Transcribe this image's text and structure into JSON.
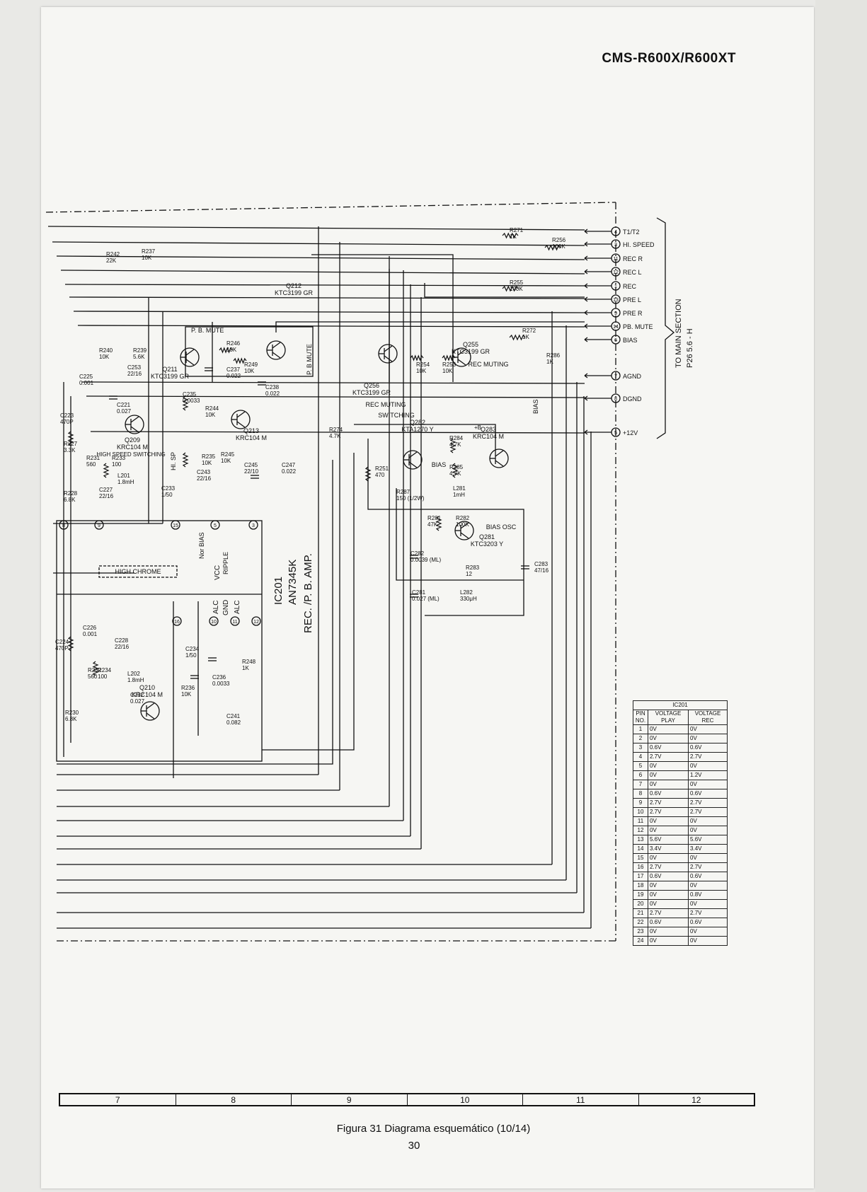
{
  "header": {
    "model": "CMS-R600X/R600XT"
  },
  "connector": {
    "pins": [
      {
        "num": "4",
        "label": "T1/T2"
      },
      {
        "num": "3",
        "label": "HI. SPEED"
      },
      {
        "num": "11",
        "label": "REC R"
      },
      {
        "num": "12",
        "label": "REC L"
      },
      {
        "num": "1",
        "label": "REC"
      },
      {
        "num": "13",
        "label": "PRE L"
      },
      {
        "num": "9",
        "label": "PRE R"
      },
      {
        "num": "14",
        "label": "PB. MUTE"
      },
      {
        "num": "6",
        "label": "BIAS"
      },
      {
        "num": "7",
        "label": "AGND"
      },
      {
        "num": "8",
        "label": "DGND"
      },
      {
        "num": "5",
        "label": "+12V"
      }
    ],
    "destination": "TO MAIN SECTION",
    "destination_ref": "P26 5.6 - H"
  },
  "labels": {
    "ic_name": "IC201",
    "ic_part": "AN7345K",
    "ic_function": "REC. /P. B. AMP.",
    "pb_mute": "P. B. MUTE",
    "pb_mute_v": "P. B MUTE",
    "high_chrome": "HIGH CHROME",
    "hi_speed_switching": "HIGH SPEED SWITCHING",
    "switching": "SWITCHING",
    "rec_muting": "REC MUTING",
    "bias": "BIAS",
    "bias_osc": "BIAS OSC",
    "nor_bias": "Nor BIAS",
    "ripple": "RIPPLE",
    "hi_sp": "HI. SP",
    "vcc": "VCC",
    "alc": "ALC",
    "gnd": "GND",
    "plus_b": "+B"
  },
  "transistors": [
    {
      "ref": "Q212",
      "type": "KTC3199 GR"
    },
    {
      "ref": "Q211",
      "type": "KTC3199 GR"
    },
    {
      "ref": "Q213",
      "type": "KRC104 M"
    },
    {
      "ref": "Q209",
      "type": "KRC104 M"
    },
    {
      "ref": "Q210",
      "type": "KRC104 M"
    },
    {
      "ref": "Q256",
      "type": "KTC3199 GR"
    },
    {
      "ref": "Q255",
      "type": "KTC3199 GR"
    },
    {
      "ref": "Q282",
      "type": "KTA1270 Y"
    },
    {
      "ref": "Q283",
      "type": "KRC104 M"
    },
    {
      "ref": "Q281",
      "type": "KTC3203 Y"
    }
  ],
  "components": [
    {
      "ref": "R271",
      "value": "1K"
    },
    {
      "ref": "R256",
      "value": "100K"
    },
    {
      "ref": "R255",
      "value": "100K"
    },
    {
      "ref": "R272",
      "value": "1K"
    },
    {
      "ref": "R286",
      "value": "1K"
    },
    {
      "ref": "R254",
      "value": "10K"
    },
    {
      "ref": "R253",
      "value": "10K"
    },
    {
      "ref": "R237",
      "value": "10K"
    },
    {
      "ref": "R242",
      "value": "22K"
    },
    {
      "ref": "R240",
      "value": "10K"
    },
    {
      "ref": "R239",
      "value": "5.6K"
    },
    {
      "ref": "C253",
      "value": "22/16"
    },
    {
      "ref": "R246",
      "value": "10K"
    },
    {
      "ref": "R249",
      "value": "10K"
    },
    {
      "ref": "C237",
      "value": "0.022"
    },
    {
      "ref": "C238",
      "value": "0.022"
    },
    {
      "ref": "C235",
      "value": "0.0033"
    },
    {
      "ref": "R244",
      "value": "10K"
    },
    {
      "ref": "R245",
      "value": "10K"
    },
    {
      "ref": "R235",
      "value": "10K"
    },
    {
      "ref": "C243",
      "value": "22/16"
    },
    {
      "ref": "C245",
      "value": "22/10"
    },
    {
      "ref": "C247",
      "value": "0.022"
    },
    {
      "ref": "R274",
      "value": "4.7K"
    },
    {
      "ref": "R251",
      "value": "470"
    },
    {
      "ref": "R284",
      "value": "4.7K"
    },
    {
      "ref": "R285",
      "value": "4.7K"
    },
    {
      "ref": "L281",
      "value": "1mH"
    },
    {
      "ref": "R287",
      "value": "150 (1/2W)"
    },
    {
      "ref": "R281",
      "value": "47K"
    },
    {
      "ref": "R282",
      "value": "100K"
    },
    {
      "ref": "C282",
      "value": "0.0039 (ML)"
    },
    {
      "ref": "R283",
      "value": "12"
    },
    {
      "ref": "C283",
      "value": "47/16"
    },
    {
      "ref": "C281",
      "value": "0.027 (ML)"
    },
    {
      "ref": "L282",
      "value": "330μH"
    },
    {
      "ref": "L201",
      "value": "1.8mH"
    },
    {
      "ref": "C227",
      "value": "22/16"
    },
    {
      "ref": "C233",
      "value": "1/50"
    },
    {
      "ref": "R233",
      "value": "100"
    },
    {
      "ref": "R231",
      "value": "560"
    },
    {
      "ref": "R227",
      "value": "3.3K"
    },
    {
      "ref": "R228",
      "value": "6.8K"
    },
    {
      "ref": "C225",
      "value": "0.001"
    },
    {
      "ref": "C221",
      "value": "0.027"
    },
    {
      "ref": "C223",
      "value": "470P"
    },
    {
      "ref": "C226",
      "value": "0.001"
    },
    {
      "ref": "C228",
      "value": "22/16"
    },
    {
      "ref": "L202",
      "value": "1.8mH"
    },
    {
      "ref": "C232",
      "value": "0.027"
    },
    {
      "ref": "C234",
      "value": "1/50"
    },
    {
      "ref": "R232",
      "value": "560"
    },
    {
      "ref": "R234",
      "value": "100"
    },
    {
      "ref": "R236",
      "value": "10K"
    },
    {
      "ref": "C236",
      "value": "0.0033"
    },
    {
      "ref": "C224",
      "value": "470P"
    },
    {
      "ref": "R230",
      "value": "6.8K"
    },
    {
      "ref": "C241",
      "value": "0.082"
    },
    {
      "ref": "R248",
      "value": "1K"
    }
  ],
  "ic_pins": [
    "8",
    "9",
    "15",
    "5",
    "3",
    "16",
    "10",
    "11",
    "12"
  ],
  "voltage_table": {
    "title": "IC201",
    "headers": [
      "PIN NO.",
      "VOLTAGE PLAY",
      "VOLTAGE REC"
    ],
    "rows": [
      [
        "1",
        "0V",
        "0V"
      ],
      [
        "2",
        "0V",
        "0V"
      ],
      [
        "3",
        "0.6V",
        "0.6V"
      ],
      [
        "4",
        "2.7V",
        "2.7V"
      ],
      [
        "5",
        "0V",
        "0V"
      ],
      [
        "6",
        "0V",
        "1.2V"
      ],
      [
        "7",
        "0V",
        "0V"
      ],
      [
        "8",
        "0.6V",
        "0.6V"
      ],
      [
        "9",
        "2.7V",
        "2.7V"
      ],
      [
        "10",
        "2.7V",
        "2.7V"
      ],
      [
        "11",
        "0V",
        "0V"
      ],
      [
        "12",
        "0V",
        "0V"
      ],
      [
        "13",
        "5.6V",
        "5.6V"
      ],
      [
        "14",
        "3.4V",
        "3.4V"
      ],
      [
        "15",
        "0V",
        "0V"
      ],
      [
        "16",
        "2.7V",
        "2.7V"
      ],
      [
        "17",
        "0.6V",
        "0.6V"
      ],
      [
        "18",
        "0V",
        "0V"
      ],
      [
        "19",
        "0V",
        "0.8V"
      ],
      [
        "20",
        "0V",
        "0V"
      ],
      [
        "21",
        "2.7V",
        "2.7V"
      ],
      [
        "22",
        "0.6V",
        "0.6V"
      ],
      [
        "23",
        "0V",
        "0V"
      ],
      [
        "24",
        "0V",
        "0V"
      ]
    ]
  },
  "grid_columns": [
    "7",
    "8",
    "9",
    "10",
    "11",
    "12"
  ],
  "footer": {
    "caption": "Figura 31 Diagrama esquemático (10/14)",
    "page_number": "30"
  }
}
